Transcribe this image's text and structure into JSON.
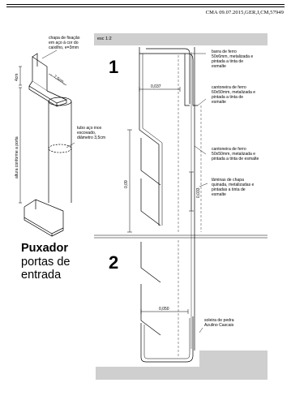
{
  "header": {
    "code": "CMA 09.07.2015,GER,I,CM,57949"
  },
  "left_drawing": {
    "chapa_label": "chapa de fixação\nem aço à cor do\ncaixilho, e=3mm",
    "tubo_label": "tubo aço inox\nescovado,\ndiâmetro 3,5cm",
    "dim_depth": "7,5cm",
    "dim_top": "4cm",
    "dim_height": "altura conforme a porta"
  },
  "title": {
    "line1": "Puxador",
    "line2": "portas de",
    "line3": "entrada"
  },
  "section": {
    "scale": "esc 1:2",
    "number_1": "1",
    "number_2": "2",
    "dim_037": "0,037",
    "dim_09": "0,09",
    "dim_033": "0,033",
    "dim_050": "0,050"
  },
  "annotations": {
    "barra": "barra de ferro\n50x6mm, metalizada e\npintada a tinta de\nesmalte",
    "cantoneira_60": "cantoneira de ferro\n60x50mm, metalizada e\npintada a tinta de\nesmalte",
    "cantoneira_50": "cantoneira de ferro\n50x50mm,  metalizada e\npintada a tinta de esmalte",
    "laminas": "lâminas de chapa\nquinada, metalizadas e\npintadas a tinta de\nesmalte",
    "soleira": "soleira de pedra\nAzulino Cascais"
  }
}
